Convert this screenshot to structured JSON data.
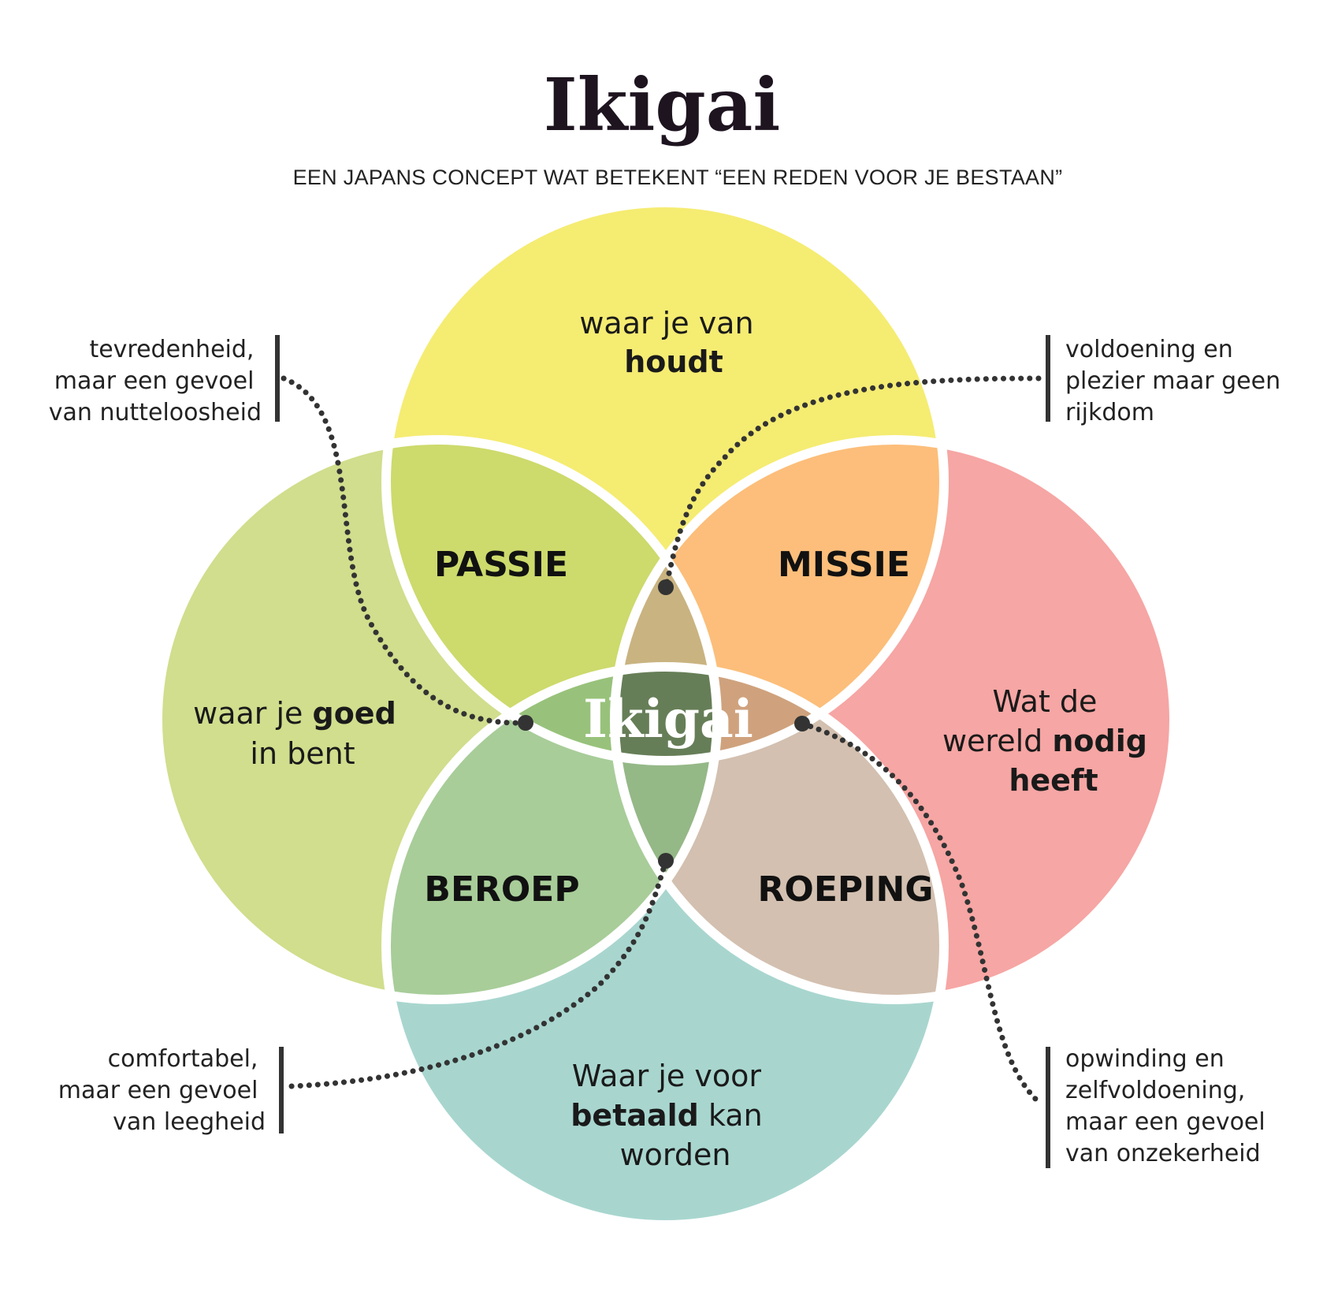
{
  "title": "Ikigai",
  "subtitle": "EEN JAPANS CONCEPT WAT BETEKENT “EEN REDEN VOOR JE BESTAAN”",
  "circles": {
    "top": {
      "line1": "waar je van",
      "line2_bold": "houdt"
    },
    "left": {
      "line1_normal": "waar je ",
      "line1_bold": "goed",
      "line2": "in bent"
    },
    "right": {
      "line1": "Wat de",
      "line2_normal": "wereld ",
      "line2_bold": "nodig",
      "line3_bold": "heeft"
    },
    "bottom": {
      "line1": "Waar je voor",
      "line2_bold": "betaald",
      "line2_normal": " kan",
      "line3": "worden"
    }
  },
  "regions": {
    "passie": "PASSIE",
    "missie": "MISSIE",
    "beroep": "BEROEP",
    "roeping": "ROEPING"
  },
  "center_label": "Ikigai",
  "notes": {
    "top_left": [
      "tevredenheid,",
      "maar een gevoel",
      "van nutteloosheid"
    ],
    "top_right": [
      "voldoening en",
      "plezier maar geen",
      "rijkdom"
    ],
    "bottom_left": [
      "comfortabel,",
      "maar een gevoel",
      "van leegheid"
    ],
    "bottom_right": [
      "opwinding en",
      "zelfvoldoening,",
      "maar een gevoel",
      "van onzekerheid"
    ]
  },
  "colors": {
    "top_circle": "#f5ec72",
    "left_circle": "#d0de8d",
    "right_circle": "#f6a6a4",
    "bottom_circle": "#a8d6cf",
    "passie": "#cdda6c",
    "missie": "#fcbe7a",
    "beroep": "#a8cd99",
    "roeping": "#d3c0b0",
    "triple_top": "#c9b380",
    "triple_left": "#98c27b",
    "triple_right": "#cfa27d",
    "triple_bottom": "#95b887",
    "center": "#667e57",
    "outline": "#ffffff",
    "line": "#333333"
  }
}
